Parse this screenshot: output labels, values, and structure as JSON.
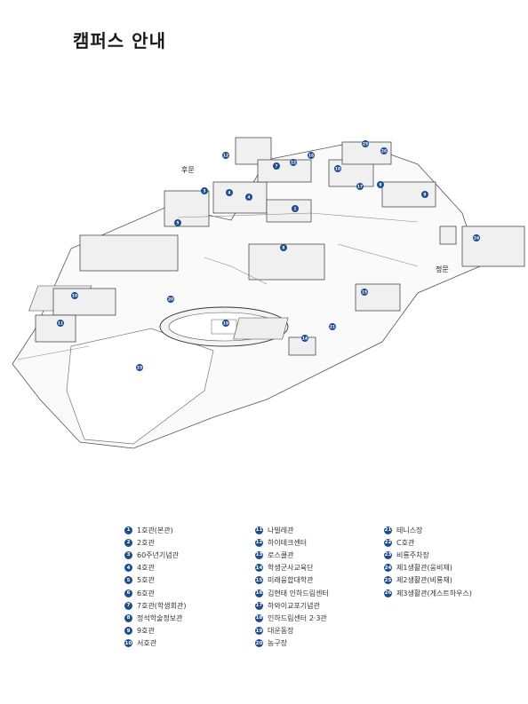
{
  "title": "캠퍼스 안내",
  "gates": {
    "back": "후문",
    "main": "정문"
  },
  "accent_color": "#1e4d8f",
  "legend": [
    [
      {
        "num": "1",
        "label": "1호관(본관)"
      },
      {
        "num": "2",
        "label": "2호관"
      },
      {
        "num": "3",
        "label": "60주년기념관"
      },
      {
        "num": "4",
        "label": "4호관"
      },
      {
        "num": "5",
        "label": "5호관"
      },
      {
        "num": "6",
        "label": "6호관"
      },
      {
        "num": "7",
        "label": "7호관(학생회관)"
      },
      {
        "num": "8",
        "label": "정석학술정보관"
      },
      {
        "num": "9",
        "label": "9호관"
      },
      {
        "num": "10",
        "label": "서호관"
      }
    ],
    [
      {
        "num": "11",
        "label": "나빌레관"
      },
      {
        "num": "12",
        "label": "하이테크센터"
      },
      {
        "num": "13",
        "label": "로스쿨관"
      },
      {
        "num": "14",
        "label": "학생군사교육단"
      },
      {
        "num": "15",
        "label": "미래융합대학관"
      },
      {
        "num": "16",
        "label": "김현태 인하드림센터"
      },
      {
        "num": "17",
        "label": "하와이교포기념관"
      },
      {
        "num": "18",
        "label": "인하드림센터 2·3관"
      },
      {
        "num": "19",
        "label": "대운동장"
      },
      {
        "num": "20",
        "label": "농구장"
      }
    ],
    [
      {
        "num": "21",
        "label": "테니스장"
      },
      {
        "num": "22",
        "label": "C호관"
      },
      {
        "num": "23",
        "label": "비룡주차장"
      },
      {
        "num": "24",
        "label": "제1생활관(웅비재)"
      },
      {
        "num": "25",
        "label": "제2생활관(비룡재)"
      },
      {
        "num": "26",
        "label": "제3생활관(게스트하우스)"
      }
    ]
  ],
  "markers": [
    "12",
    "7",
    "22",
    "16",
    "25",
    "26",
    "18",
    "3",
    "4",
    "4",
    "17",
    "9",
    "9",
    "1",
    "5",
    "8",
    "10",
    "20",
    "19",
    "14",
    "21",
    "15",
    "11",
    "23",
    "24"
  ]
}
